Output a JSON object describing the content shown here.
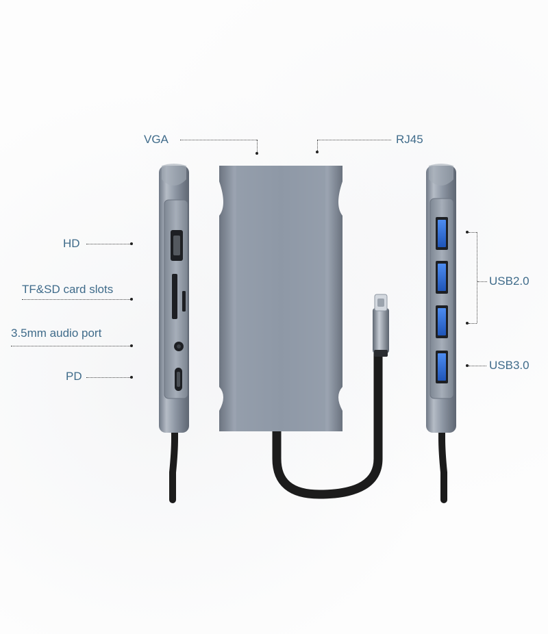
{
  "labels": {
    "vga": "VGA",
    "rj45": "RJ45",
    "hd": "HD",
    "tf_sd": "TF&SD card slots",
    "audio": "3.5mm audio port",
    "pd": "PD",
    "usb2": "USB2.0",
    "usb3": "USB3.0"
  },
  "colors": {
    "label_text": "#3f6b8a",
    "usb_blue": "#2f6fd6",
    "hub_body": "#8e99a8",
    "cable": "#1c1c1c"
  }
}
